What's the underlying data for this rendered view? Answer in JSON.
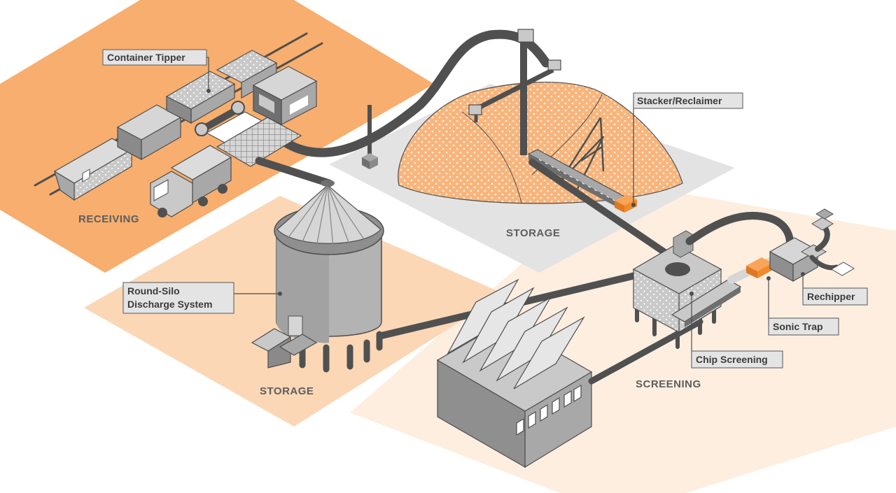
{
  "zones": {
    "receiving": "RECEIVING",
    "storage_pile": "STORAGE",
    "storage_silo": "STORAGE",
    "screening": "SCREENING"
  },
  "callouts": {
    "container_tipper": "Container Tipper",
    "stacker_reclaimer": "Stacker/Reclaimer",
    "round_silo_line1": "Round-Silo",
    "round_silo_line2": "Discharge System",
    "rechipper": "Rechipper",
    "sonic_trap": "Sonic Trap",
    "chip_screening": "Chip Screening"
  },
  "colors": {
    "receiving_zone": "#f7ae6e",
    "storage_silo_zone": "#fbd7b6",
    "screening_zone": "#fdeee0",
    "storage_pile_zone": "#e3e3e4",
    "pile": "#f7b57c",
    "conveyor": "#505050",
    "equipment_light": "#c9c9c9",
    "equipment_mid": "#a8a8a8",
    "equipment_dark": "#6f6f6f",
    "accent_orange": "#f08a2a"
  }
}
